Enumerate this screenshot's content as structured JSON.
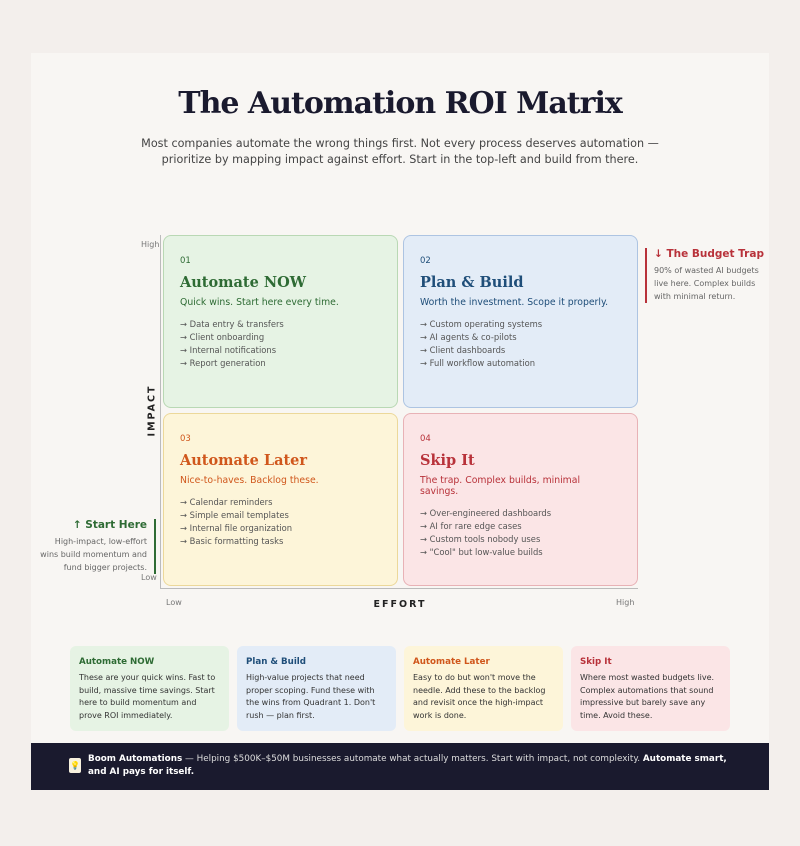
{
  "title": "The Automation ROI Matrix",
  "subtitle": "Most companies automate the wrong things first. Not every process deserves automation — prioritize by mapping impact against effort. Start in the top-left and build from there.",
  "axes": {
    "y_label": "IMPACT",
    "x_label": "EFFORT",
    "y_high": "High",
    "y_low": "Low",
    "x_low": "Low",
    "x_high": "High"
  },
  "quadrants": [
    {
      "num": "01",
      "title": "Automate NOW",
      "tagline": "Quick wins. Start here every time.",
      "items": [
        "→ Data entry & transfers",
        "→ Client onboarding",
        "→ Internal notifications",
        "→ Report generation"
      ]
    },
    {
      "num": "02",
      "title": "Plan & Build",
      "tagline": "Worth the investment. Scope it properly.",
      "items": [
        "→ Custom operating systems",
        "→ AI agents & co-pilots",
        "→ Client dashboards",
        "→ Full workflow automation"
      ]
    },
    {
      "num": "03",
      "title": "Automate Later",
      "tagline": "Nice-to-haves. Backlog these.",
      "items": [
        "→ Calendar reminders",
        "→ Simple email templates",
        "→ Internal file organization",
        "→ Basic formatting tasks"
      ]
    },
    {
      "num": "04",
      "title": "Skip It",
      "tagline": "The trap. Complex builds, minimal savings.",
      "items": [
        "→ Over-engineered dashboards",
        "→ AI for rare edge cases",
        "→ Custom tools nobody uses",
        "→ \"Cool\" but low-value builds"
      ]
    }
  ],
  "budget_trap": {
    "title": "↓ The Budget Trap",
    "text": "90% of wasted AI budgets live here. Complex builds with minimal return."
  },
  "start_here": {
    "title": "↑ Start Here",
    "text": "High-impact, low-effort wins build momentum and fund bigger projects."
  },
  "summaries": [
    {
      "title": "Automate NOW",
      "text": "These are your quick wins. Fast to build, massive time savings. Start here to build momentum and prove ROI immediately."
    },
    {
      "title": "Plan & Build",
      "text": "High-value projects that need proper scoping. Fund these with the wins from Quadrant 1. Don't rush — plan first."
    },
    {
      "title": "Automate Later",
      "text": "Easy to do but won't move the needle. Add these to the backlog and revisit once the high-impact work is done."
    },
    {
      "title": "Skip It",
      "text": "Where most wasted budgets live. Complex automations that sound impressive but barely save any time. Avoid these."
    }
  ],
  "footer": {
    "brand": "Boom Automations",
    "text": " — Helping $500K–$50M businesses automate what actually matters. Start with impact, not complexity. ",
    "cta": "Automate smart, and AI pays for itself."
  },
  "colors": {
    "green": "#2e6b34",
    "blue": "#1f4e79",
    "orange": "#d0571c",
    "red": "#b8323a"
  }
}
